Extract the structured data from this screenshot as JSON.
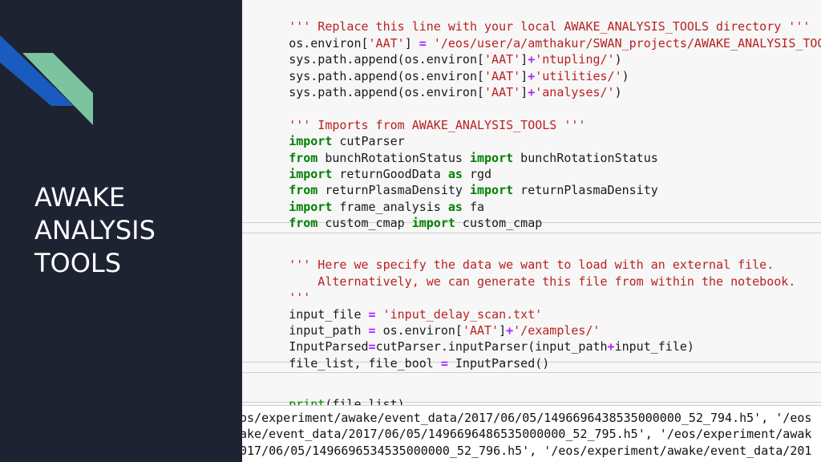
{
  "slide": {
    "title": "AWAKE\nANALYSIS\nTOOLS",
    "colors": {
      "background": "#1d2331",
      "accent_blue": "#1a5bbf",
      "accent_green": "#7cc4a0"
    }
  },
  "notebook": {
    "cell1": {
      "l1": "''' Replace this line with your local AWAKE_ANALYSIS_TOOLS directory '''",
      "l2_a": "os.environ[",
      "l2_b": "'AAT'",
      "l2_c": "] ",
      "l2_d": "=",
      "l2_e": " ",
      "l2_f": "'/eos/user/a/amthakur/SWAN_projects/AWAKE_ANALYSIS_TOOLS/'",
      "l3_a": "sys.path.append(os.environ[",
      "l3_b": "'AAT'",
      "l3_c": "]",
      "l3_d": "+",
      "l3_e": "'ntupling/'",
      "l3_f": ")",
      "l4_a": "sys.path.append(os.environ[",
      "l4_b": "'AAT'",
      "l4_c": "]",
      "l4_d": "+",
      "l4_e": "'utilities/'",
      "l4_f": ")",
      "l5_a": "sys.path.append(os.environ[",
      "l5_b": "'AAT'",
      "l5_c": "]",
      "l5_d": "+",
      "l5_e": "'analyses/'",
      "l5_f": ")",
      "l6": "''' Imports from AWAKE_ANALYSIS_TOOLS '''",
      "l7_kw": "import",
      "l7_rest": " cutParser",
      "l8_kw1": "from",
      "l8_a": " bunchRotationStatus ",
      "l8_kw2": "import",
      "l8_b": " bunchRotationStatus",
      "l9_kw1": "import",
      "l9_a": " returnGoodData ",
      "l9_kw2": "as",
      "l9_b": " rgd",
      "l10_kw1": "from",
      "l10_a": " returnPlasmaDensity ",
      "l10_kw2": "import",
      "l10_b": " returnPlasmaDensity",
      "l11_kw1": "import",
      "l11_a": " frame_analysis ",
      "l11_kw2": "as",
      "l11_b": " fa",
      "l12_kw1": "from",
      "l12_a": " custom_cmap ",
      "l12_kw2": "import",
      "l12_b": " custom_cmap"
    },
    "cell2": {
      "l1": "''' Here we specify the data we want to load with an external file.",
      "l2": "    Alternatively, we can generate this file from within the notebook.",
      "l3": "'''",
      "l4_a": "input_file ",
      "l4_op": "=",
      "l4_b": " ",
      "l4_c": "'input_delay_scan.txt'",
      "l5_a": "input_path ",
      "l5_op": "=",
      "l5_b": " os.environ[",
      "l5_c": "'AAT'",
      "l5_d": "]",
      "l5_op2": "+",
      "l5_e": "'/examples/'",
      "l6_a": "InputParsed",
      "l6_op": "=",
      "l6_b": "cutParser.inputParser(input_path",
      "l6_op2": "+",
      "l6_c": "input_file)",
      "l7_a": "file_list, file_bool ",
      "l7_op": "=",
      "l7_b": " InputParsed()"
    },
    "cell3": {
      "l1_kw": "print",
      "l1_rest": "(file_list)"
    },
    "output": {
      "l1": "os/experiment/awake/event_data/2017/06/05/1496696438535000000_52_794.h5', '/eos",
      "l2": "ake/event_data/2017/06/05/1496696486535000000_52_795.h5', '/eos/experiment/awak",
      "l3": "017/06/05/1496696534535000000_52_796.h5', '/eos/experiment/awake/event_data/201"
    }
  }
}
